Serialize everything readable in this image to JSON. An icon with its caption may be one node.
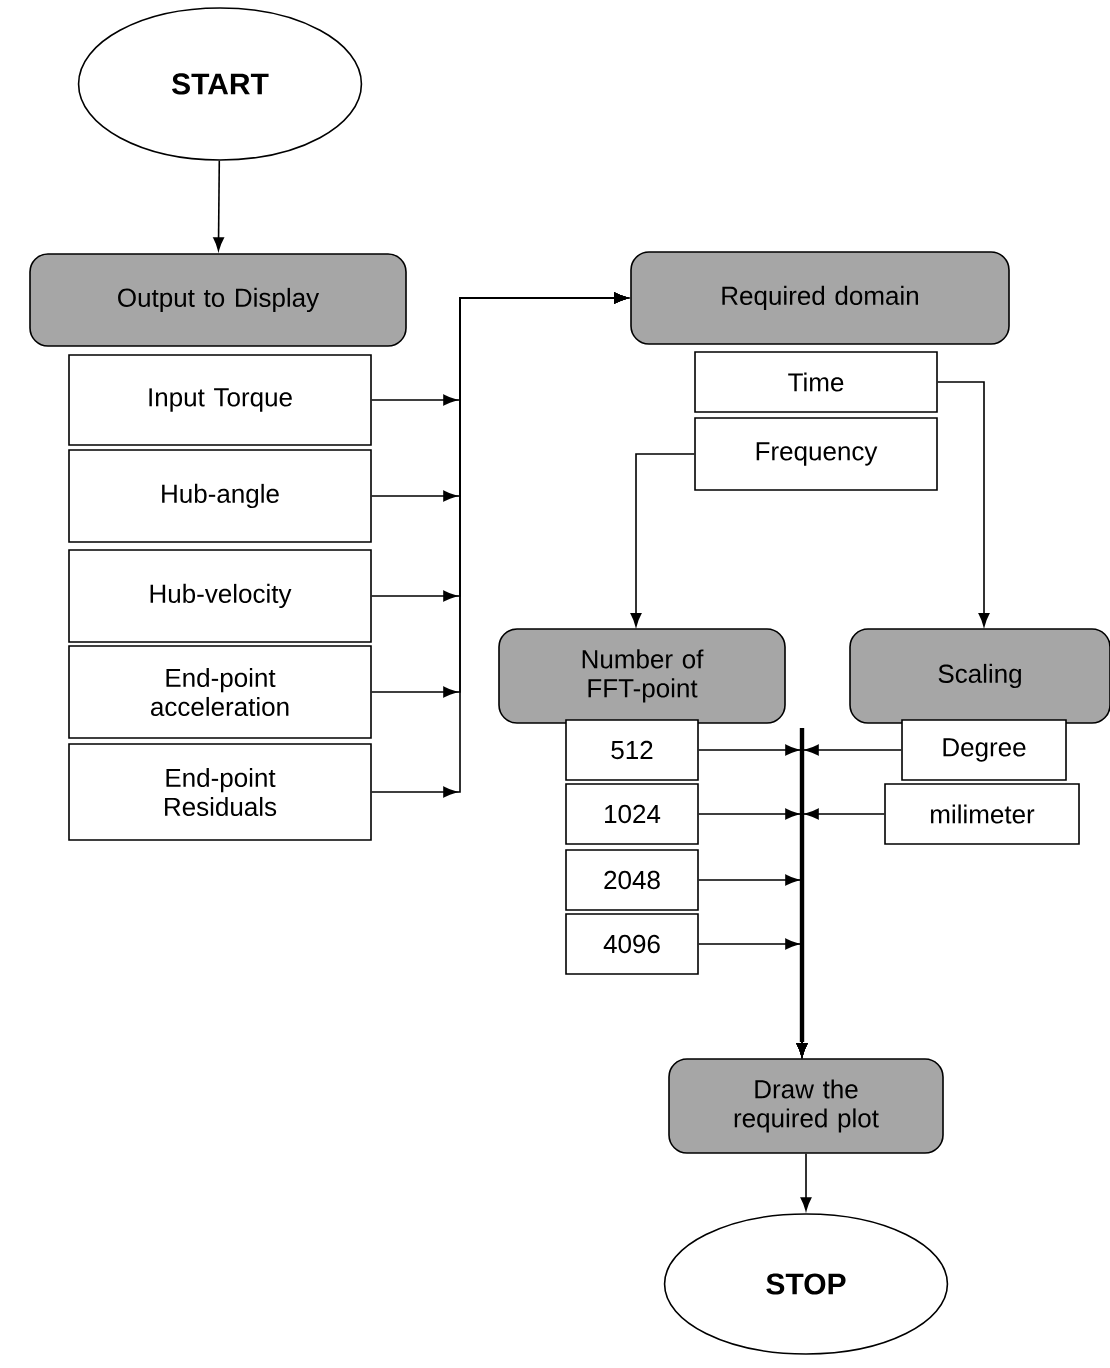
{
  "diagram": {
    "nodes": [
      {
        "text": [
          "START"
        ]
      },
      {
        "text": [
          "Output to Display"
        ]
      },
      {
        "text": [
          "Input Torque"
        ]
      },
      {
        "text": [
          "Hub-angle"
        ]
      },
      {
        "text": [
          "Hub-velocity"
        ]
      },
      {
        "text": [
          "End-point acceleration"
        ]
      },
      {
        "text": [
          "End-point Residuals"
        ]
      },
      {
        "text": [
          "Required domain"
        ]
      },
      {
        "text": [
          "Time"
        ]
      },
      {
        "text": [
          "Frequency"
        ]
      },
      {
        "text": [
          "Number of FFT-point"
        ]
      },
      {
        "text": [
          "Scaling"
        ]
      },
      {
        "text": [
          "512"
        ]
      },
      {
        "text": [
          "1024"
        ]
      },
      {
        "text": [
          "2048"
        ]
      },
      {
        "text": [
          "4096"
        ]
      },
      {
        "text": [
          "Degree"
        ]
      },
      {
        "text": [
          "milimeter"
        ]
      },
      {
        "text": [
          "Draw the required plot"
        ]
      },
      {
        "text": [
          "STOP"
        ]
      }
    ],
    "edges": [
      {
        "from": 0,
        "to": 1,
        "arrow": "to"
      },
      {
        "from": 2,
        "to": 7,
        "arrow": "to"
      },
      {
        "from": 3,
        "to": 7,
        "arrow": "to"
      },
      {
        "from": 4,
        "to": 7,
        "arrow": "to"
      },
      {
        "from": 5,
        "to": 7,
        "arrow": "to"
      },
      {
        "from": 6,
        "to": 7,
        "arrow": "to"
      },
      {
        "from": 9,
        "to": 10,
        "arrow": "to"
      },
      {
        "from": 8,
        "to": 11,
        "arrow": "to"
      },
      {
        "from": 12,
        "to": 18,
        "arrow": "to"
      },
      {
        "from": 13,
        "to": 18,
        "arrow": "to"
      },
      {
        "from": 14,
        "to": 18,
        "arrow": "to"
      },
      {
        "from": 15,
        "to": 18,
        "arrow": "to"
      },
      {
        "from": 16,
        "to": 18,
        "arrow": "to"
      },
      {
        "from": 17,
        "to": 18,
        "arrow": "to"
      },
      {
        "from": 18,
        "to": 19,
        "arrow": "to"
      }
    ]
  }
}
